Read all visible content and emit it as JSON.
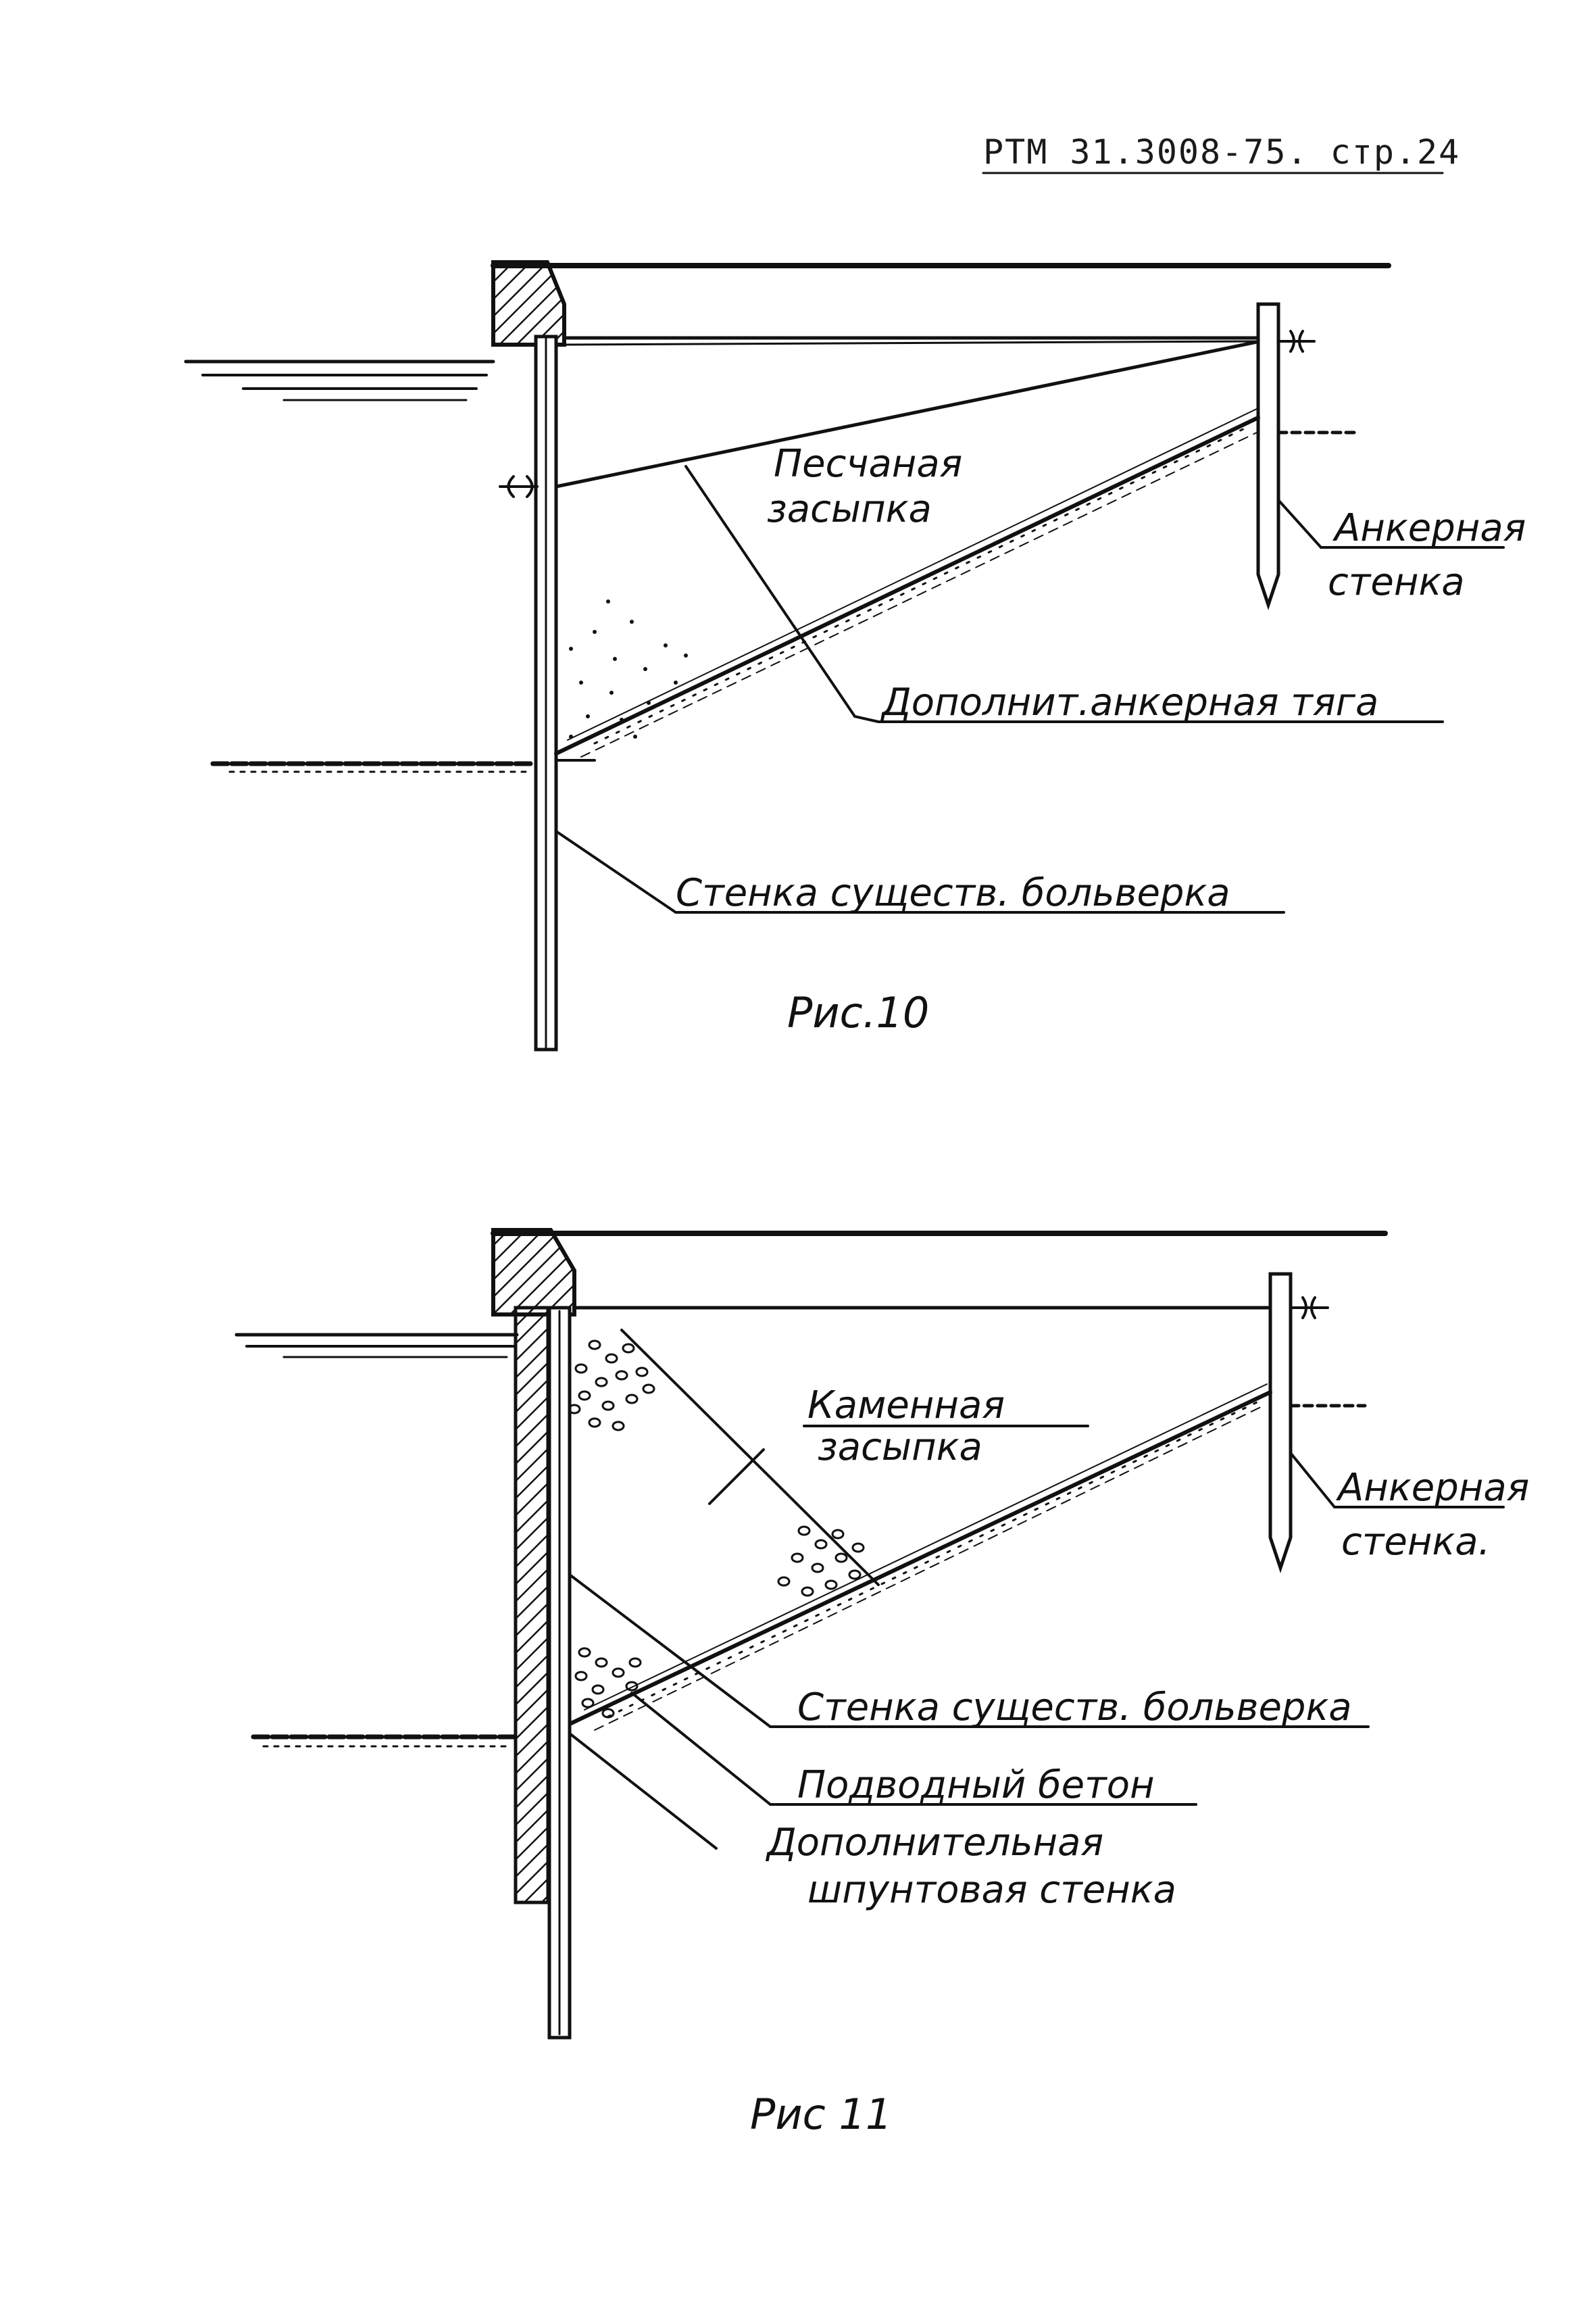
{
  "header": {
    "text": "РТМ 31.3008-75. стр.24"
  },
  "fig10": {
    "label_sand_1": "Песчаная",
    "label_sand_2": "засыпка",
    "label_anchor_wall_1": "Анкерная",
    "label_anchor_wall_2": "стенка",
    "label_extra_tie": "Дополнит.анкерная тяга",
    "label_existing_wall": "Стенка существ. больверка",
    "caption": "Рис.10"
  },
  "fig11": {
    "label_stone_1": "Каменная",
    "label_stone_2": "засыпка",
    "label_anchor_wall_1": "Анкерная",
    "label_anchor_wall_2": "стенка.",
    "label_existing_wall": "Стенка существ. больверка",
    "label_concrete": "Подводный бетон",
    "label_sheet_wall_1": "Дополнительная",
    "label_sheet_wall_2": "шпунтовая стенка",
    "caption": "Рис 11"
  }
}
